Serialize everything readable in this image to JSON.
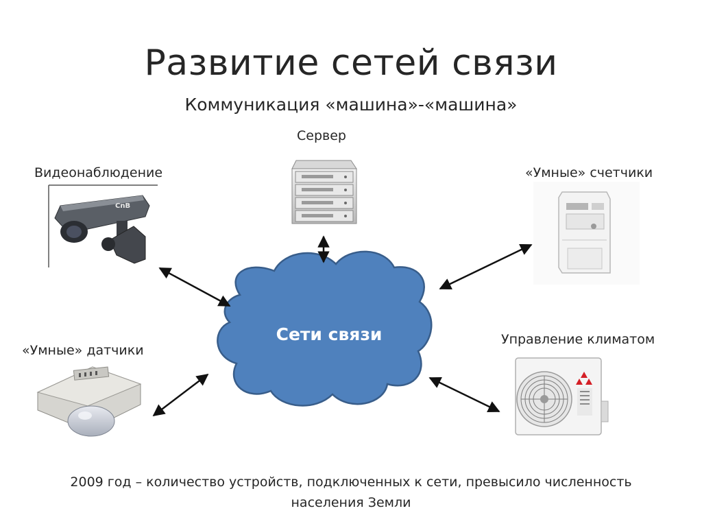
{
  "title": "Развитие сетей связи",
  "subtitle": "Коммуникация «машина»-«машина»",
  "center": "Сети связи",
  "nodes": {
    "server": "Сервер",
    "video": "Видеонаблюдение",
    "meters": "«Умные» счетчики",
    "sensors": "«Умные» датчики",
    "climate": "Управление климатом"
  },
  "footer": {
    "line1": "2009 год – количество устройств, подключенных к сети, превысило численность",
    "line2": "населения Земли"
  },
  "colors": {
    "cloud_fill": "#4f81bd",
    "cloud_stroke": "#385d8a",
    "arrow": "#111111"
  },
  "icons": {
    "server": "server-rack-icon",
    "video": "cctv-camera-icon",
    "meters": "electric-meter-icon",
    "sensors": "motion-sensor-icon",
    "climate": "air-conditioner-icon"
  }
}
